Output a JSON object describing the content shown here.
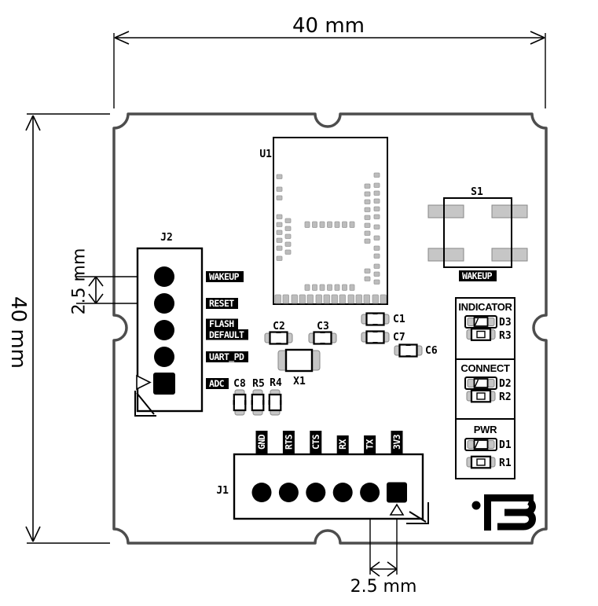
{
  "dimensions": {
    "board_width": "40 mm",
    "board_height": "40 mm",
    "pin_pitch_left": "2.5 mm",
    "pin_pitch_bottom": "2.5 mm"
  },
  "module": {
    "refdes": "U1"
  },
  "header_j2": {
    "refdes": "J2",
    "pins": {
      "pin1": "WAKEUP",
      "pin2": "RESET",
      "pin3_line1": "FLASH",
      "pin3_line2": "DEFAULT",
      "pin4": "UART_PD",
      "pin5": "ADC"
    }
  },
  "header_j1": {
    "refdes": "J1",
    "pins": {
      "pin1": "GND",
      "pin2": "RTS",
      "pin3": "CTS",
      "pin4": "RX",
      "pin5": "TX",
      "pin6": "3V3"
    }
  },
  "button_s1": {
    "refdes": "S1",
    "label": "WAKEUP"
  },
  "led_groups": [
    {
      "title": "INDICATOR",
      "led": "D3",
      "resistor": "R3"
    },
    {
      "title": "CONNECT",
      "led": "D2",
      "resistor": "R2"
    },
    {
      "title": "PWR",
      "led": "D1",
      "resistor": "R1"
    }
  ],
  "passives": {
    "c1": "C1",
    "c2": "C2",
    "c3": "C3",
    "c6": "C6",
    "c7": "C7",
    "c8": "C8",
    "r4": "R4",
    "r5": "R5",
    "x1": "X1"
  },
  "colors": {
    "board_outline": "#4d4d4d",
    "silkscreen": "#000000",
    "pad_fill": "#c6c6c6",
    "inverted_text": "#ffffff"
  }
}
